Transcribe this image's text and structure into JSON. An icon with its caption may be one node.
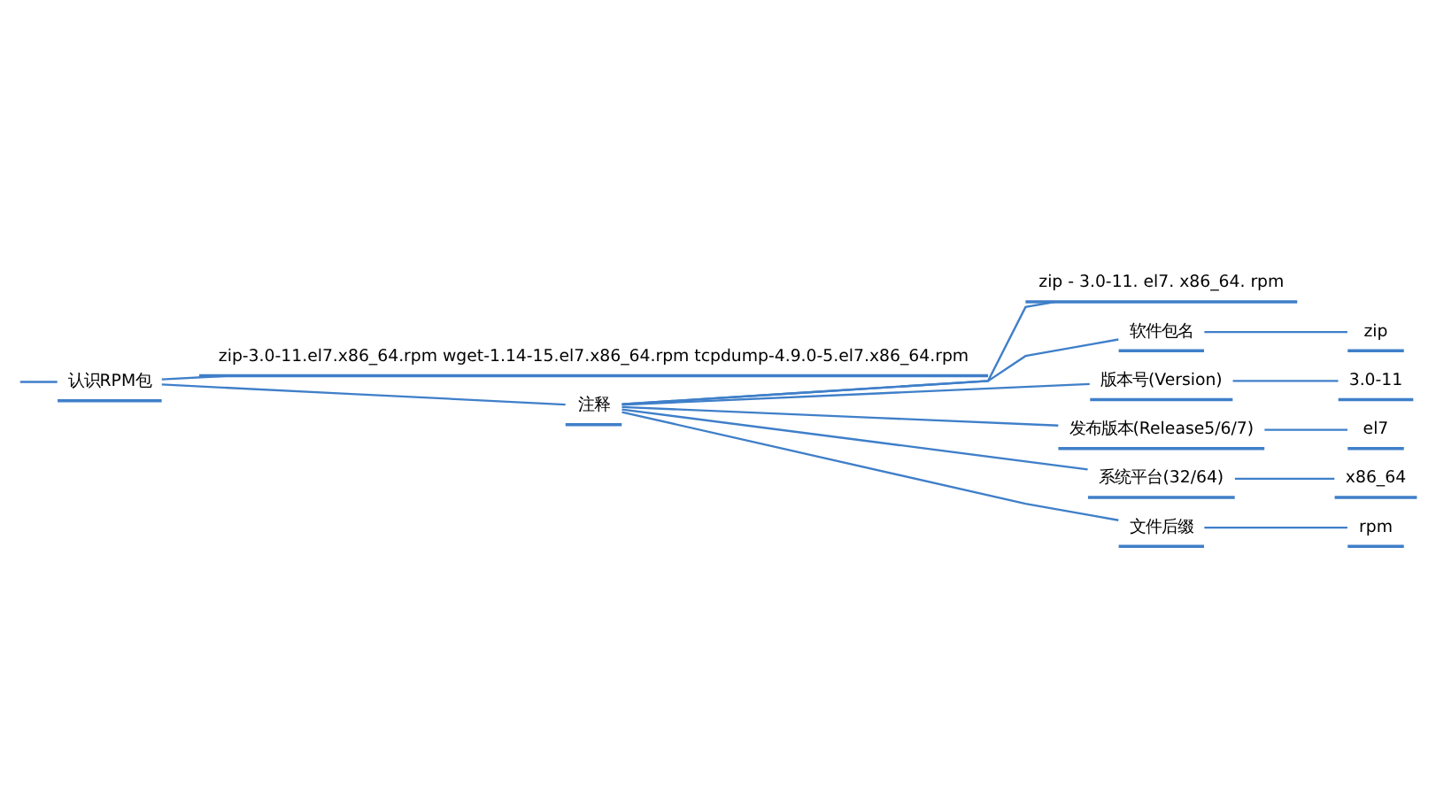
{
  "diagram": {
    "nodes": [
      {
        "text": [
          "认识RPM包"
        ]
      },
      {
        "text": [
          "zip-3.0-11.el7.x86_64.rpm wget-1.14-15.el7.x86_64.rpm tcpdump-4.9.0-5.el7.x86_64.rpm"
        ]
      },
      {
        "text": [
          "注释"
        ]
      },
      {
        "text": [
          "zip - 3.0-11. el7. x86_64. rpm"
        ]
      },
      {
        "text": [
          "软件包名"
        ]
      },
      {
        "text": [
          "zip"
        ]
      },
      {
        "text": [
          "版本号(Version)"
        ]
      },
      {
        "text": [
          "3.0-11"
        ]
      },
      {
        "text": [
          "发布版本(Release5/6/7)"
        ]
      },
      {
        "text": [
          "el7"
        ]
      },
      {
        "text": [
          "系统平台(32/64)"
        ]
      },
      {
        "text": [
          "x86_64"
        ]
      },
      {
        "text": [
          "文件后缀"
        ]
      },
      {
        "text": [
          "rpm"
        ]
      }
    ],
    "edges": [
      {
        "from": null,
        "to": 0,
        "arrow": "none"
      },
      {
        "from": 0,
        "to": 1,
        "arrow": "none"
      },
      {
        "from": 0,
        "to": 2,
        "arrow": "none"
      },
      {
        "from": 2,
        "to": 3,
        "arrow": "none"
      },
      {
        "from": 2,
        "to": 4,
        "arrow": "none"
      },
      {
        "from": 4,
        "to": 5,
        "arrow": "none"
      },
      {
        "from": 2,
        "to": 6,
        "arrow": "none"
      },
      {
        "from": 6,
        "to": 7,
        "arrow": "none"
      },
      {
        "from": 2,
        "to": 8,
        "arrow": "none"
      },
      {
        "from": 8,
        "to": 9,
        "arrow": "none"
      },
      {
        "from": 2,
        "to": 10,
        "arrow": "none"
      },
      {
        "from": 10,
        "to": 11,
        "arrow": "none"
      },
      {
        "from": 2,
        "to": 12,
        "arrow": "none"
      },
      {
        "from": 12,
        "to": 13,
        "arrow": "none"
      }
    ]
  }
}
